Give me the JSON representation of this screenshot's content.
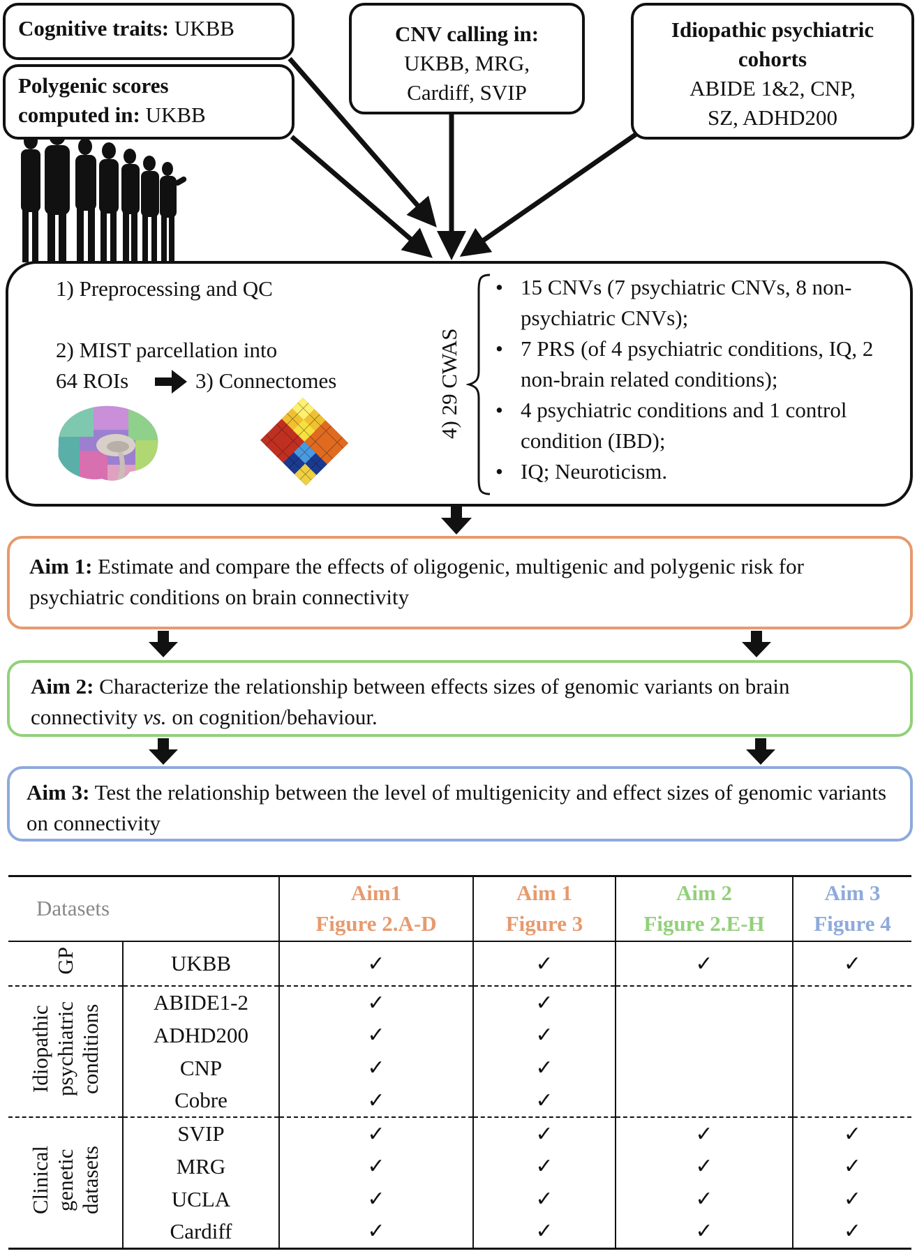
{
  "sources": {
    "cognitive": {
      "bold": "Cognitive traits:",
      "rest": " UKBB"
    },
    "polygenic": {
      "line1": "Polygenic scores",
      "bold": "computed in:",
      "rest": " UKBB"
    },
    "cnv": {
      "bold": "CNV calling in:",
      "line2": "UKBB, MRG,",
      "line3": "Cardiff, SVIP"
    },
    "idiopathic": {
      "line1": "Idiopathic psychiatric",
      "line2": "cohorts",
      "line3": "ABIDE 1&2, CNP,",
      "line4": "SZ, ADHD200"
    }
  },
  "pipeline": {
    "step1": "1) Preprocessing and QC",
    "step2_line1": "2) MIST parcellation into",
    "step2_line2": "64 ROIs",
    "step3": "3) Connectomes",
    "step4": "4) 29 CWAS",
    "bullets": [
      "15 CNVs (7 psychiatric CNVs, 8 non-psychiatric CNVs);",
      "7 PRS (of 4 psychiatric conditions, IQ, 2 non-brain related conditions);",
      "4 psychiatric conditions and 1 control condition (IBD);",
      "IQ; Neuroticism."
    ]
  },
  "aims": {
    "aim1": {
      "label": "Aim 1:",
      "text": " Estimate and compare the effects of oligogenic, multigenic and polygenic risk for psychiatric conditions on brain connectivity"
    },
    "aim2": {
      "label": "Aim 2:",
      "text_a": " Characterize the relationship between effects sizes of genomic variants on brain connectivity ",
      "text_vs": "vs.",
      "text_b": " on cognition/behaviour."
    },
    "aim3": {
      "label": "Aim 3:",
      "text": " Test the relationship between the level of multigenicity and effect sizes of genomic variants on connectivity"
    }
  },
  "table": {
    "datasets_label": "Datasets",
    "columns": [
      {
        "line1": "Aim1",
        "line2": "Figure 2.A-D"
      },
      {
        "line1": "Aim 1",
        "line2": "Figure 3"
      },
      {
        "line1": "Aim 2",
        "line2": "Figure 2.E-H"
      },
      {
        "line1": "Aim 3",
        "line2": "Figure 4"
      }
    ],
    "check": "✓",
    "groups": [
      {
        "name": "GP",
        "rows": [
          {
            "name": "UKBB",
            "checks": [
              1,
              1,
              1,
              1
            ]
          }
        ]
      },
      {
        "name_lines": [
          "Idiopathic",
          "psychiatric",
          "conditions"
        ],
        "rows": [
          {
            "name": "ABIDE1-2",
            "checks": [
              1,
              1,
              0,
              0
            ]
          },
          {
            "name": "ADHD200",
            "checks": [
              1,
              1,
              0,
              0
            ]
          },
          {
            "name": "CNP",
            "checks": [
              1,
              1,
              0,
              0
            ]
          },
          {
            "name": "Cobre",
            "checks": [
              1,
              1,
              0,
              0
            ]
          }
        ]
      },
      {
        "name_lines": [
          "Clinical",
          "genetic",
          "datasets"
        ],
        "rows": [
          {
            "name": "SVIP",
            "checks": [
              1,
              1,
              1,
              1
            ]
          },
          {
            "name": "MRG",
            "checks": [
              1,
              1,
              1,
              1
            ]
          },
          {
            "name": "UCLA",
            "checks": [
              1,
              1,
              1,
              1
            ]
          },
          {
            "name": "Cardiff",
            "checks": [
              1,
              1,
              1,
              1
            ]
          }
        ]
      }
    ]
  },
  "colors": {
    "aim1": "#e69a6e",
    "aim2": "#92d07a",
    "aim3": "#8eaadb",
    "datasets_label": "#888888"
  }
}
